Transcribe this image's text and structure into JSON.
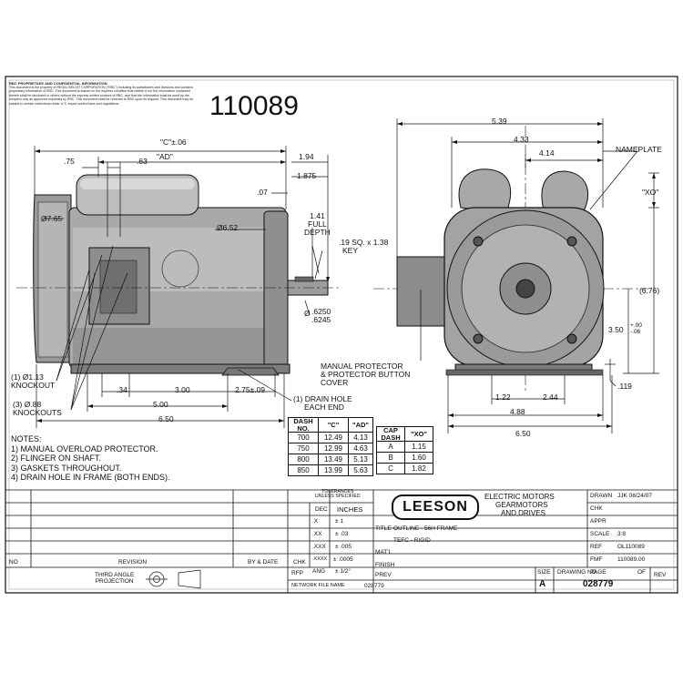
{
  "proprietary": {
    "heading": "RBC PROPRIETARY AND CONFIDENTIAL INFORMATION",
    "body": "This document is the property of REGAL BELOIT CORPORATION (\"RBC\") including its subsidiaries and divisions and contains proprietary information of RBC. This document is loaned on the express condition that neither it nor the information contained therein shall be disclosed to others without the express written consent of RBC, and that the information shall be used by the recipient only as approved expressly by RBC. This document shall be returned to RBC upon its request. This document may be subject to certain restrictions under U.S. export control laws and regulations."
  },
  "part_number": "110089",
  "dims": {
    "c": "\"C\"±.06",
    "ad": "\"AD\"",
    "d075": ".75",
    "d063": ".63",
    "d194": "1.94",
    "d1875": "1.875",
    "d007": ".07",
    "phi765": "Ø7.65",
    "phi652": "Ø6.52",
    "full_depth": [
      "1.41",
      "FULL",
      "DEPTH"
    ],
    "key": [
      ".19 SQ. x 1.38",
      "KEY"
    ],
    "shaft": [
      ".6250",
      ".6245"
    ],
    "shaft_phi": "Ø",
    "knockout1": [
      "(1) Ø1.13",
      "KNOCKOUT"
    ],
    "knockout3": [
      "(3) Ø.88",
      "KNOCKOUTS"
    ],
    "d034": ".34",
    "d300": "3.00",
    "d275": "2.75±.09",
    "d500": "5.00",
    "d650": "6.50",
    "drain": [
      "(1) DRAIN HOLE",
      "EACH END"
    ],
    "d539": "5.39",
    "d433": "4.33",
    "d414": "4.14",
    "nameplate": "NAMEPLATE",
    "xo": "\"XO\"",
    "d676": "(6.76)",
    "d350": "3.50",
    "d350tol": [
      "+.00",
      "-.06"
    ],
    "d119": ".119",
    "d122": "1.22",
    "d244": "2.44",
    "d488": "4.88",
    "d650b": "6.50",
    "protector": [
      "MANUAL PROTECTOR",
      "& PROTECTOR BUTTON",
      "COVER"
    ]
  },
  "dash_table": {
    "headers": [
      "DASH NO.",
      "\"C\"",
      "\"AD\""
    ],
    "rows": [
      [
        "700",
        "12.49",
        "4.13"
      ],
      [
        "750",
        "12.99",
        "4.63"
      ],
      [
        "800",
        "13.49",
        "5.13"
      ],
      [
        "850",
        "13.99",
        "5.63"
      ]
    ]
  },
  "cap_table": {
    "headers": [
      "CAP DASH",
      "\"XO\""
    ],
    "rows": [
      [
        "A",
        "1.15"
      ],
      [
        "B",
        "1.60"
      ],
      [
        "C",
        "1.82"
      ]
    ]
  },
  "notes": {
    "title": "NOTES:",
    "items": [
      "1) MANUAL OVERLOAD PROTECTOR.",
      "2) FLINGER ON SHAFT.",
      "3) GASKETS THROUGHOUT.",
      "4) DRAIN HOLE IN FRAME (BOTH ENDS)."
    ]
  },
  "title_block": {
    "no": "NO",
    "revision": "REVISION",
    "by_date": "BY & DATE",
    "chk": "CHK",
    "third_angle": [
      "THIRD ANGLE",
      "PROJECTION"
    ],
    "tolerances": [
      "TOLERANCES",
      "UNLESS SPECIFIED"
    ],
    "dec": "DEC",
    "inches": "INCHES",
    "tol_rows": [
      [
        ".X",
        "± 1"
      ],
      [
        ".XX",
        "± .03"
      ],
      [
        ".XXX",
        "± .005"
      ],
      [
        ".XXXX",
        "± .0005"
      ],
      [
        "ANG",
        "± 1/2°"
      ]
    ],
    "company": [
      "ELECTRIC MOTORS",
      "GEARMOTORS",
      "AND DRIVES"
    ],
    "logo": "LEESON",
    "title_label": "TITLE",
    "title_line1": "OUTLINE - 56H FRAME",
    "title_line2": "TEFC - RIGID",
    "matl": "MAT'L",
    "finish": "FINISH",
    "rfp": "RFP",
    "prev": "PREV",
    "network_file_label": "NETWORK FILE NAME",
    "network_file": "028779",
    "drawn_label": "DRAWN",
    "drawn": "JJK 08/24/07",
    "chk_label": "CHK",
    "appr_label": "APPR",
    "scale_label": "SCALE",
    "scale": "3:8",
    "ref_label": "REF",
    "ref": "OL110089",
    "fmf_label": "FMF",
    "fmf": "110089.00",
    "page_label": "PAGE",
    "of_label": "OF",
    "size_label": "SIZE",
    "size": "A",
    "drawing_no_label": "DRAWING NO",
    "drawing_no": "028779",
    "rev_label": "REV"
  }
}
